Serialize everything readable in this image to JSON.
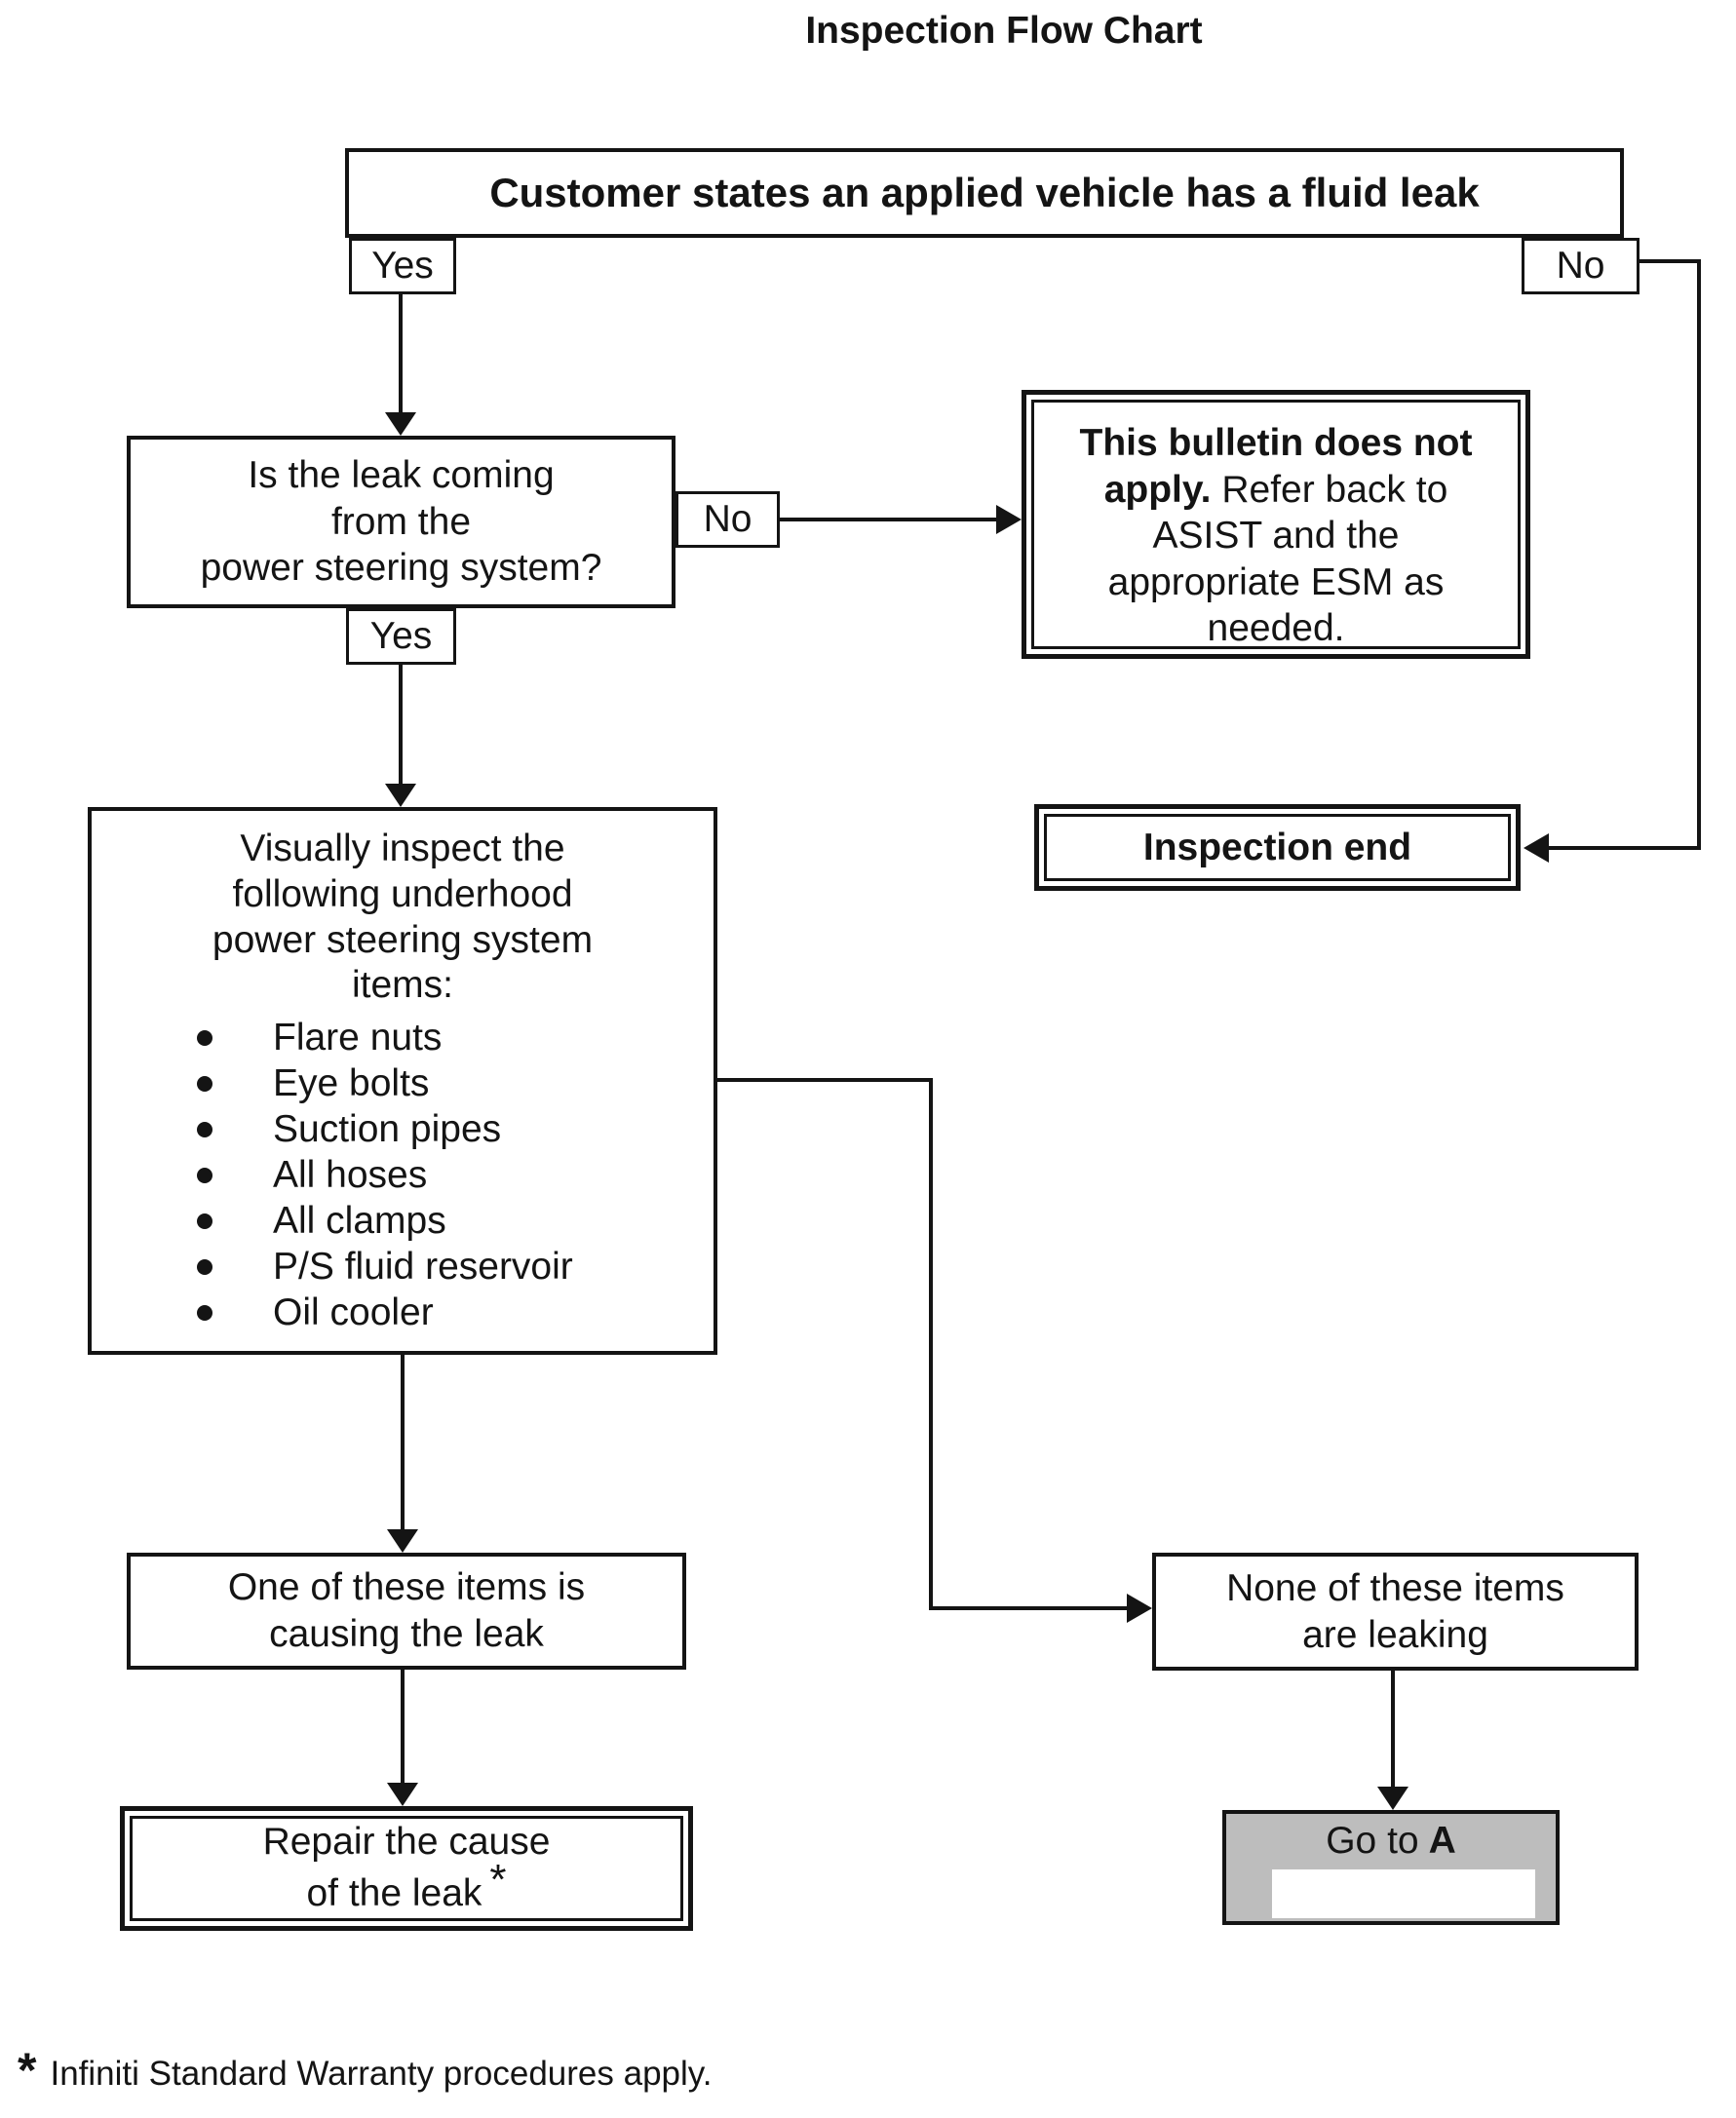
{
  "title": "Inspection Flow Chart",
  "flow": {
    "start_box": {
      "text": "Customer states an applied vehicle has a fluid leak"
    },
    "start_yes_label": "Yes",
    "start_no_label": "No",
    "question_box": {
      "text": "Is the leak coming\nfrom the\npower steering system?"
    },
    "question_no_label": "No",
    "question_yes_label": "Yes",
    "bulletin_box": {
      "bold_text": "This bulletin does not apply.",
      "normal_text": "Refer back to ASIST and the appropriate ESM as needed."
    },
    "inspection_end_box": {
      "text": "Inspection end"
    },
    "inspect_box": {
      "heading": "Visually inspect the\nfollowing underhood\npower steering system\nitems:",
      "items": [
        "Flare nuts",
        "Eye bolts",
        "Suction pipes",
        "All hoses",
        "All clamps",
        "P/S fluid reservoir",
        "Oil cooler"
      ]
    },
    "one_item_box": {
      "text": "One of these items is\ncausing the leak"
    },
    "none_box": {
      "text": "None of these items\nare leaking"
    },
    "repair_box": {
      "line1": "Repair the cause",
      "line2": "of the leak",
      "asterisk": "*"
    },
    "goto_box": {
      "prefix": "Go to",
      "target": "A"
    }
  },
  "footnote": {
    "asterisk": "*",
    "text": "Infiniti Standard Warranty procedures apply."
  },
  "colors": {
    "line": "#141414",
    "goto_fill": "#bdbdbd",
    "background": "#ffffff"
  }
}
